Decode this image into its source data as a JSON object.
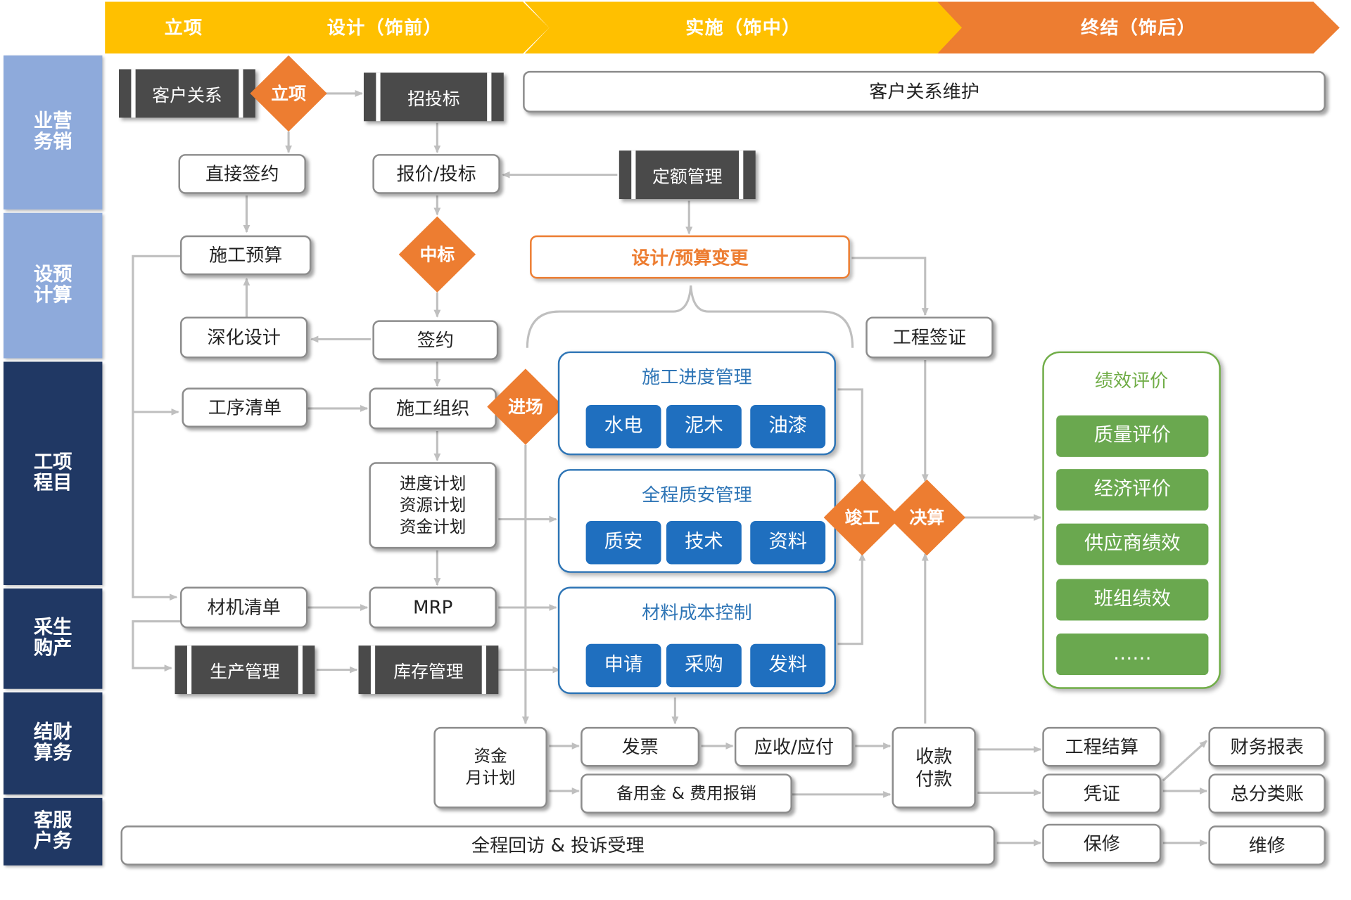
{
  "colors": {
    "phase_yellow": "#ffc000",
    "phase_orange": "#ed7d31",
    "lane_light": "#8eaadb",
    "lane_dark": "#203864",
    "diamond": "#ed7d31",
    "blue": "#2e75b6",
    "green": "#70ad47"
  },
  "phases": {
    "p1": "立项",
    "p2": "设计（饰前）",
    "p3": "实施（饰中）",
    "p4": "终结（饰后）"
  },
  "lanes": {
    "sales": "业营\n务销",
    "design": "设预\n计算",
    "project": "工项\n程目",
    "purchase": "采生\n购产",
    "finance": "结财\n算务",
    "service": "客服\n户务"
  },
  "nodes": {
    "customer_relation": "客户关系",
    "diamond_lixiang": "立项",
    "bidding": "招投标",
    "crm_maintenance": "客户关系维护",
    "direct_sign": "直接签约",
    "quote_bid": "报价/投标",
    "quota_mgmt": "定额管理",
    "construction_budget": "施工预算",
    "diamond_zhongbiao": "中标",
    "design_change": "设计/预算变更",
    "detailed_design": "深化设计",
    "sign_contract": "签约",
    "project_visa": "工程签证",
    "process_list": "工序清单",
    "construction_org": "施工组织",
    "diamond_jinchang": "进场",
    "plans": "进度计划\n资源计划\n资金计划",
    "material_list": "材机清单",
    "mrp": "MRP",
    "production_mgmt": "生产管理",
    "inventory_mgmt": "库存管理",
    "diamond_jungong": "竣工",
    "diamond_jiesuan": "决算",
    "fund_plan": "资金\n月计划",
    "invoice": "发票",
    "receivable_payable": "应收/应付",
    "petty_cash": "备用金 & 费用报销",
    "collect_pay": "收款\n付款",
    "project_settlement": "工程结算",
    "voucher": "凭证",
    "financial_report": "财务报表",
    "general_ledger": "总分类账",
    "revisit": "全程回访 & 投诉受理",
    "warranty": "保修",
    "repair": "维修"
  },
  "groups": {
    "progress": {
      "title": "施工进度管理",
      "chips": [
        "水电",
        "泥木",
        "油漆"
      ]
    },
    "quality": {
      "title": "全程质安管理",
      "chips": [
        "质安",
        "技术",
        "资料"
      ]
    },
    "material": {
      "title": "材料成本控制",
      "chips": [
        "申请",
        "采购",
        "发料"
      ]
    }
  },
  "performance": {
    "title": "绩效评价",
    "items": [
      "质量评价",
      "经济评价",
      "供应商绩效",
      "班组绩效",
      "……"
    ]
  }
}
